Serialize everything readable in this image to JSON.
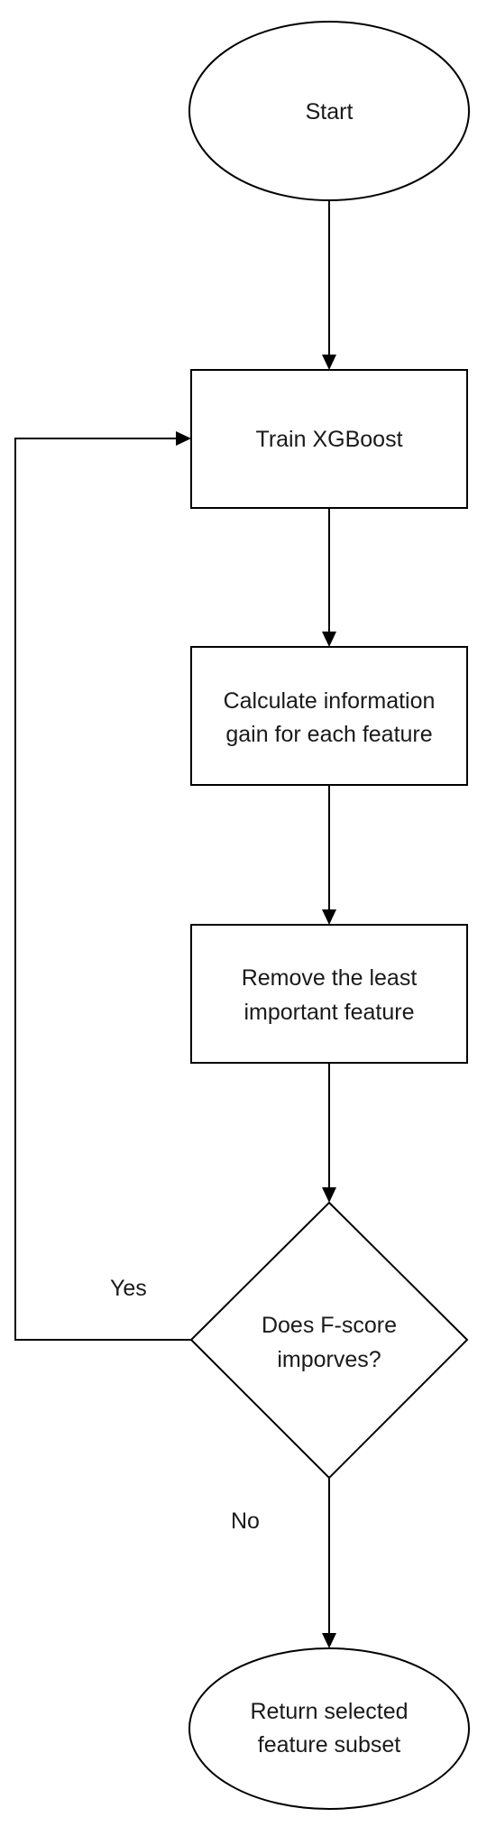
{
  "nodes": {
    "start": {
      "text": "Start"
    },
    "train": {
      "text": "Train XGBoost"
    },
    "calc": {
      "line1": "Calculate information",
      "line2": "gain for each feature"
    },
    "remove": {
      "line1": "Remove the least",
      "line2": "important feature"
    },
    "decision": {
      "line1": "Does F-score",
      "line2": "imporves?"
    },
    "end": {
      "line1": "Return selected",
      "line2": "feature subset"
    }
  },
  "edges": {
    "yes_label": "Yes",
    "no_label": "No"
  }
}
